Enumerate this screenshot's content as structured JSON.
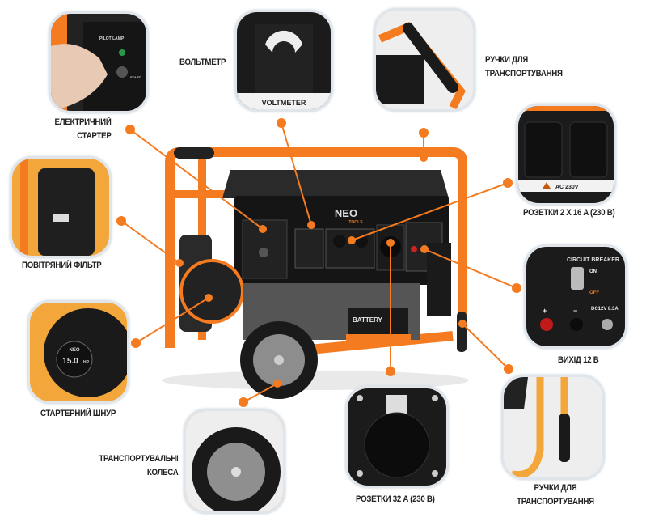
{
  "labels": {
    "electric_starter": [
      "ЕЛЕКТРИЧНИЙ",
      "СТАРТЕР"
    ],
    "voltmeter": "ВОЛЬТМЕТР",
    "handles_top": [
      "РУЧКИ ДЛЯ",
      "ТРАНСПОРТУВАННЯ"
    ],
    "sockets_2x16": "РОЗЕТКИ 2 X 16 A (230 B)",
    "air_filter": "ПОВІТРЯНИЙ ФІЛЬТР",
    "output_12v": "ВИХІД 12 В",
    "starter_cord": "СТАРТЕРНИЙ ШНУР",
    "wheels": [
      "ТРАНСПОРТУВАЛЬНІ",
      "КОЛЕСА"
    ],
    "socket_32": "РОЗЕТКИ 32 A (230 B)",
    "handles_bottom": [
      "РУЧКИ ДЛЯ",
      "ТРАНСПОРТУВАННЯ"
    ]
  },
  "photo_text": {
    "pilot_lamp": "PILOT LAMP",
    "start": "START",
    "voltmeter": "VOLTMETER",
    "ac_230v": "AC 230V",
    "circuit_breaker": "CIRCUIT BREAKER",
    "on": "ON",
    "off": "OFF",
    "dc12v": "DC12V 8.3A",
    "plus": "+",
    "minus": "−",
    "brand": "NEO",
    "brand_sub": "TOOLS",
    "hp": "15.0",
    "hp_unit": "HP",
    "battery": "BATTERY"
  },
  "colors": {
    "accent": "#f47b20",
    "frame": "#dfe5ea",
    "dark": "#1b1b1b"
  }
}
